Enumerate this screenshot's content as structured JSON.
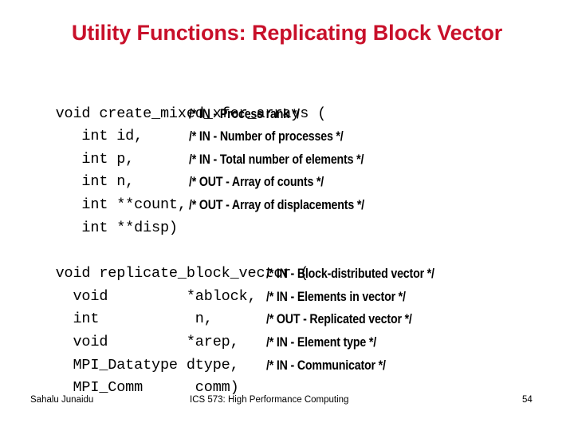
{
  "slide": {
    "title": "Utility Functions: Replicating Block Vector",
    "title_color": "#c8102a",
    "background_color": "#ffffff",
    "text_color": "#000000"
  },
  "code_blocks": [
    {
      "name": "create_mixed_xfer_arrays",
      "lines": [
        {
          "code": "void create_mixed_xfer_arrays (",
          "comment": ""
        },
        {
          "code": "   int id,",
          "comment": "/* IN - Process rank */"
        },
        {
          "code": "   int p,",
          "comment": "/* IN - Number of processes */"
        },
        {
          "code": "   int n,",
          "comment": "/* IN - Total number of elements */"
        },
        {
          "code": "   int **count,",
          "comment": "/* OUT - Array of counts */"
        },
        {
          "code": "   int **disp)",
          "comment": "/* OUT - Array of displacements */"
        }
      ]
    },
    {
      "name": "replicate_block_vector",
      "lines": [
        {
          "code": "void replicate_block_vector (",
          "comment": ""
        },
        {
          "code": "  void         *ablock,",
          "comment": "/* IN - Block-distributed vector */"
        },
        {
          "code": "  int           n,",
          "comment": "/* IN - Elements in vector */"
        },
        {
          "code": "  void         *arep,",
          "comment": "/* OUT - Replicated vector */"
        },
        {
          "code": "  MPI_Datatype dtype,",
          "comment": "/* IN - Element type */"
        },
        {
          "code": "  MPI_Comm      comm)",
          "comment": "/* IN - Communicator */"
        }
      ]
    }
  ],
  "footer": {
    "author": "Sahalu Junaidu",
    "course": "ICS 573: High Performance Computing",
    "page_number": "54"
  }
}
